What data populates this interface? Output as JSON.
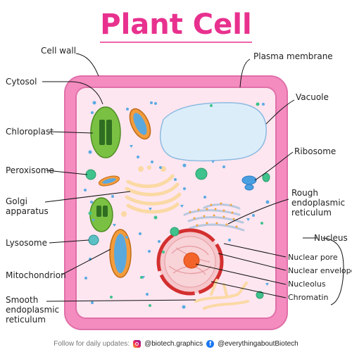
{
  "title": "Plant Cell",
  "labels": {
    "cell_wall": "Cell wall",
    "plasma_membrane": "Plasma membrane",
    "cytosol": "Cytosol",
    "vacuole": "Vacuole",
    "chloroplast": "Chloroplast",
    "ribosome": "Ribosome",
    "peroxisome": "Peroxisome",
    "golgi_1": "Golgi",
    "golgi_2": "apparatus",
    "rough_er_1": "Rough",
    "rough_er_2": "endoplasmic",
    "rough_er_3": "reticulum",
    "nucleus": "Nucleus",
    "lysosome": "Lysosome",
    "nuclear_pore": "Nuclear pore",
    "mitochondrion": "Mitochondrion",
    "nuclear_envelope": "Nuclear envelope",
    "nucleolus": "Nucleolus",
    "smooth_er_1": "Smooth",
    "smooth_er_2": "endoplasmic",
    "smooth_er_3": "reticulum",
    "chromatin": "Chromatin"
  },
  "footer": {
    "prompt": "Follow for daily updates:",
    "instagram": "@biotech.graphics",
    "facebook": "@everythingaboutBiotech"
  },
  "colors": {
    "title": "#e8318e",
    "cell_wall": "#f48cc0",
    "cytoplasm": "#fde6f0",
    "vacuole": "#dcedfa",
    "chloroplast": "#7ac143",
    "mitochondrion": "#f39c3c",
    "nucleus": "#d32f2f",
    "golgi": "#fbd9a4"
  }
}
